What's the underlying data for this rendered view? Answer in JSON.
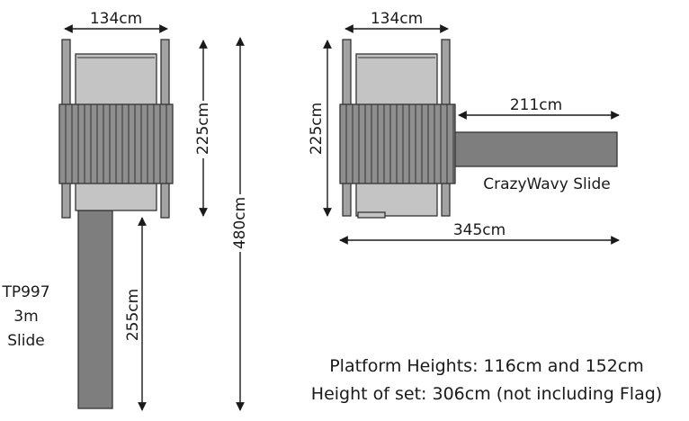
{
  "left_plan": {
    "width_label": "134cm",
    "depth_label": "225cm",
    "total_length_label": "480cm",
    "slide_length_label": "255cm",
    "slide_name_lines": [
      "TP997",
      "3m",
      "Slide"
    ]
  },
  "right_plan": {
    "width_label": "134cm",
    "depth_label": "225cm",
    "slide_length_label": "211cm",
    "slide_name": "CrazyWavy Slide",
    "total_length_label": "345cm"
  },
  "notes": {
    "platform_heights": "Platform Heights: 116cm and 152cm",
    "set_height": "Height of set: 306cm (not including Flag)"
  }
}
